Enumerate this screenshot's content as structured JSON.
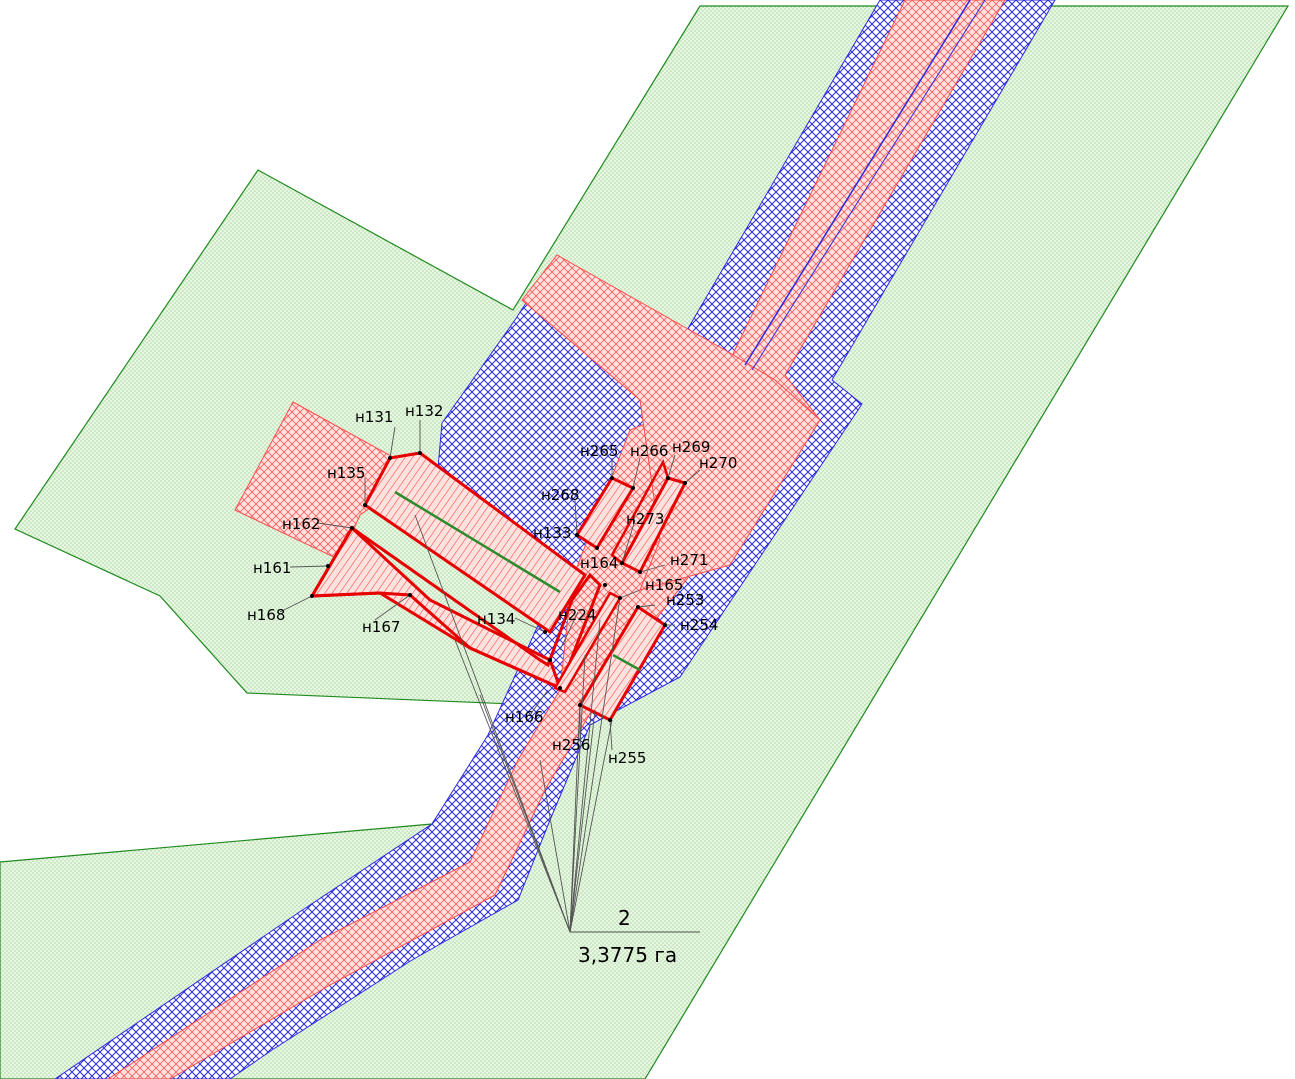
{
  "colors": {
    "background": "#ffffff",
    "zone_fill": "#e8f6e4",
    "zone_dots": "#a9d89c",
    "zone_stroke": "#1f8a1f",
    "blue_hatch": "#2a2ae0",
    "red_hatch": "#ff4a4a",
    "red_fill": "#fde3df",
    "boundary_red": "#e60000",
    "green_line": "#2d8a2d",
    "leader_line": "#555555",
    "point": "#000000"
  },
  "point_labels": {
    "n131": "н131",
    "n132": "н132",
    "n135": "н135",
    "n162": "н162",
    "n161": "н161",
    "n168": "н168",
    "n167": "н167",
    "n134": "н134",
    "n133": "н133",
    "n268": "н268",
    "n265": "н265",
    "n266": "н266",
    "n269": "н269",
    "n270": "н270",
    "n273": "н273",
    "n164": "н164",
    "n271": "н271",
    "n165": "н165",
    "n253": "н253",
    "n254": "н254",
    "n224": "н224",
    "n166": "н166",
    "n256": "н256",
    "n255": "н255"
  },
  "parcel": {
    "number": "2",
    "area": "3,3775 га"
  }
}
